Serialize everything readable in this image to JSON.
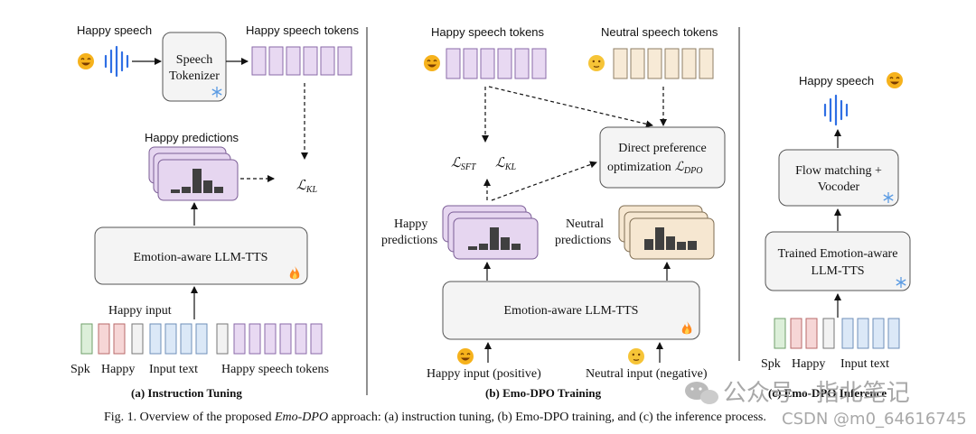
{
  "panel_a": {
    "happy_speech": "Happy speech",
    "tokenizer_line1": "Speech",
    "tokenizer_line2": "Tokenizer",
    "happy_speech_tokens": "Happy speech tokens",
    "happy_predictions": "Happy predictions",
    "kl_symbol": "ℒ",
    "kl_sub": "KL",
    "llm_tts": "Emotion-aware LLM-TTS",
    "happy_input": "Happy input",
    "label_spk": "Spk",
    "label_happy": "Happy",
    "label_input_text": "Input text",
    "label_happy_tokens": "Happy speech tokens",
    "caption": "(a) Instruction Tuning"
  },
  "panel_b": {
    "happy_speech_tokens": "Happy speech tokens",
    "neutral_speech_tokens": "Neutral speech tokens",
    "sft_symbol": "ℒ",
    "sft_sub": "SFT",
    "kl_symbol": "ℒ",
    "kl_sub": "KL",
    "dpo_line1": "Direct preference",
    "dpo_line2": "optimization",
    "dpo_symbol": "ℒ",
    "dpo_sub": "DPO",
    "happy_pred_line1": "Happy",
    "happy_pred_line2": "predictions",
    "neutral_pred_line1": "Neutral",
    "neutral_pred_line2": "predictions",
    "llm_tts": "Emotion-aware LLM-TTS",
    "happy_input": "Happy input (positive)",
    "neutral_input": "Neutral input (negative)",
    "caption": "(b) Emo-DPO Training"
  },
  "panel_c": {
    "happy_speech": "Happy speech",
    "flow_line1": "Flow matching +",
    "flow_line2": "Vocoder",
    "trained_line1": "Trained Emotion-aware",
    "trained_line2": "LLM-TTS",
    "label_spk": "Spk",
    "label_happy": "Happy",
    "label_input_text": "Input text",
    "caption": "(c) Emo-DPO Inference"
  },
  "figure_caption": {
    "prefix": "Fig. 1.  Overview of the proposed ",
    "emph": "Emo-DPO",
    "suffix": " approach: (a) instruction tuning, (b) Emo-DPO training, and (c) the inference process."
  },
  "watermark": {
    "cn_text": "公众号 · 指北笔记",
    "id_text": "CSDN @m0_64616745"
  },
  "colors": {
    "happy_emoji": "#f4b400",
    "fire": "#ff7a1a",
    "snow": "#6aa6e8",
    "waveform": "#2f6fe4"
  },
  "icons": [
    "happy-emoji-icon",
    "neutral-emoji-icon",
    "waveform-icon",
    "snowflake-icon",
    "fire-icon",
    "wechat-icon"
  ]
}
